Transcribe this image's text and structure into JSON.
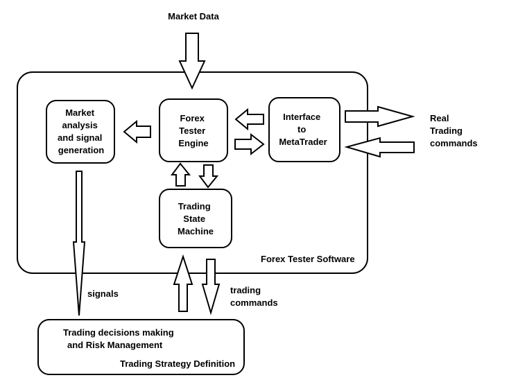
{
  "inputs": {
    "market_data": "Market Data"
  },
  "software": {
    "label": "Forex Tester Software",
    "market_analysis": [
      "Market",
      "analysis",
      "and signal",
      "generation"
    ],
    "engine": [
      "Forex",
      "Tester",
      "Engine"
    ],
    "interface": [
      "Interface",
      "to",
      "MetaTrader"
    ],
    "state_machine": [
      "Trading",
      "State",
      "Machine"
    ]
  },
  "real_trading": [
    "Real",
    "Trading",
    "commands"
  ],
  "signals_label": "signals",
  "trading_commands": [
    "trading",
    "commands"
  ],
  "strategy": {
    "line1": "Trading decisions making",
    "line2": "and  Risk Management",
    "label": "Trading Strategy Definition"
  }
}
